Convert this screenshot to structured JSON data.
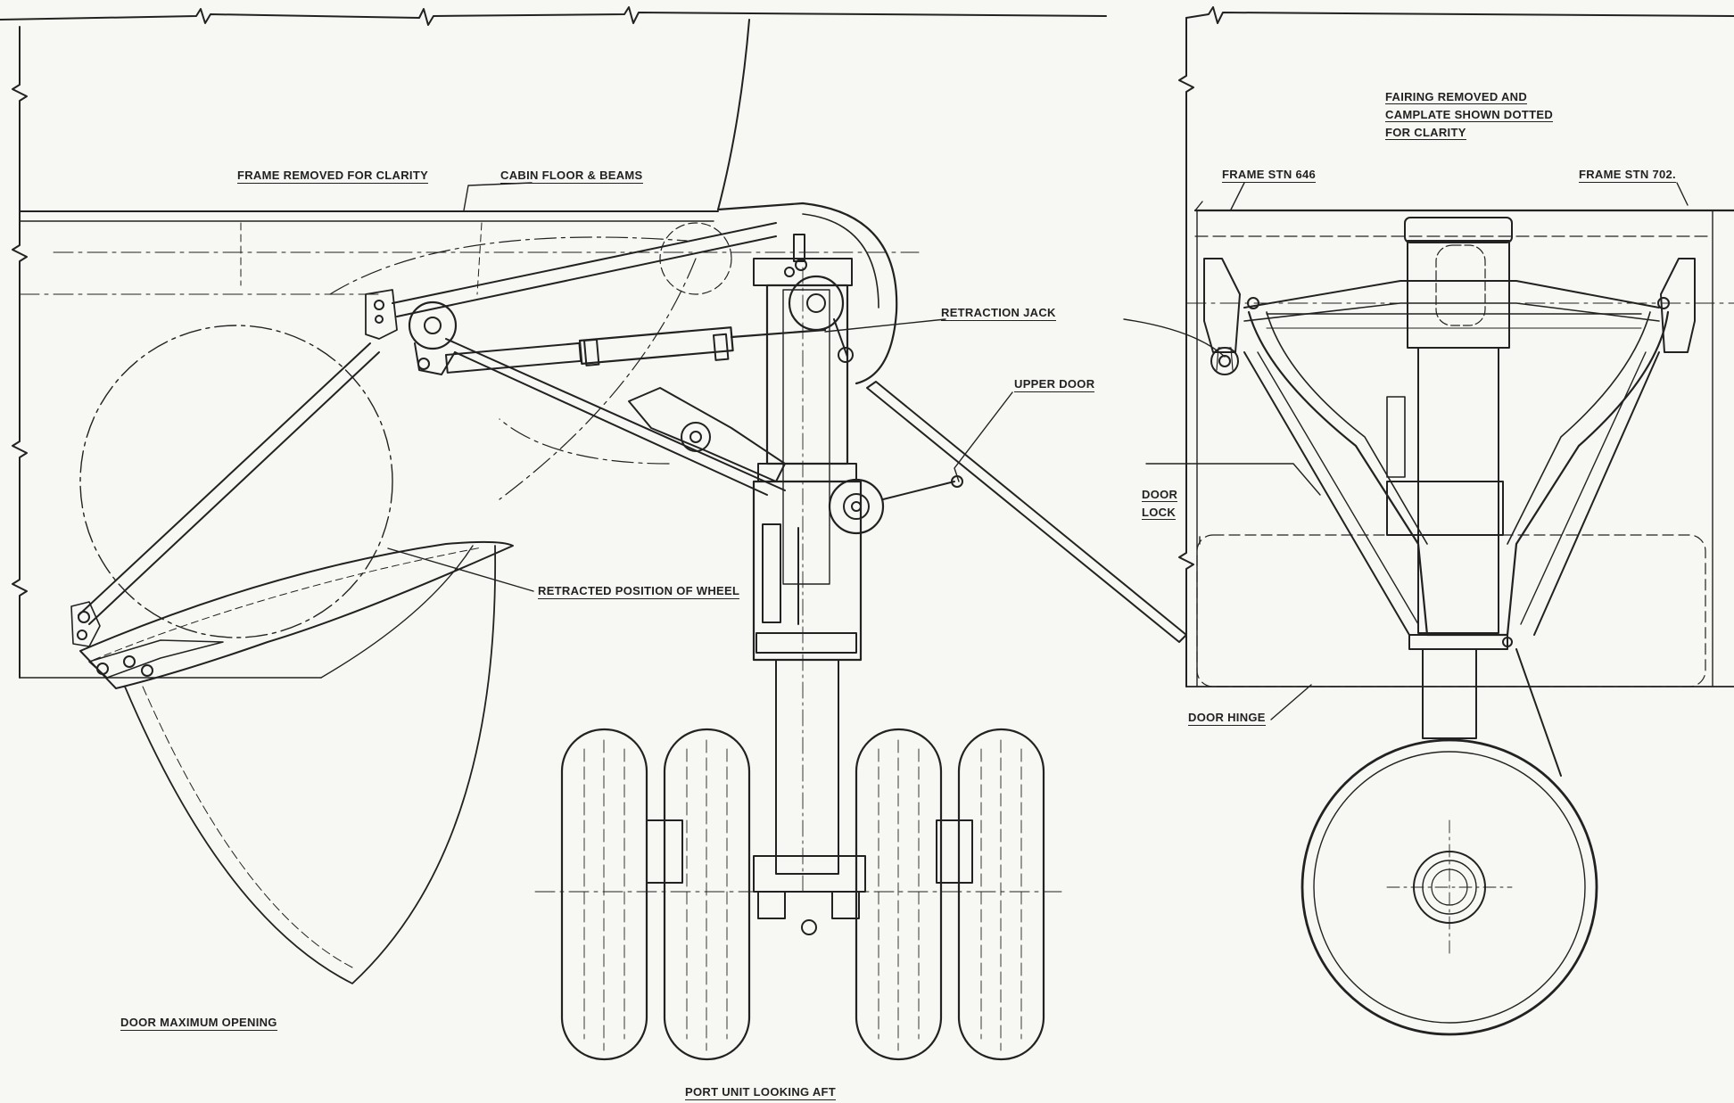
{
  "labels": {
    "frame_removed": "FRAME REMOVED FOR CLARITY",
    "cabin_floor": "CABIN FLOOR & BEAMS",
    "retraction_jack": "RETRACTION JACK",
    "upper_door": "UPPER DOOR",
    "retracted_position": "RETRACTED POSITION OF WHEEL",
    "door_max_opening": "DOOR MAXIMUM OPENING",
    "port_unit": "PORT UNIT LOOKING AFT",
    "fairing_removed": [
      "FAIRING REMOVED AND",
      "CAMPLATE SHOWN DOTTED",
      "FOR CLARITY"
    ],
    "frame_stn_646": "FRAME STN 646",
    "frame_stn_702": "FRAME STN 702.",
    "door_lock": [
      "DOOR",
      "LOCK"
    ],
    "door_hinge": "DOOR HINGE"
  },
  "colors": {
    "ink": "#222222",
    "paper": "#f7f7f3"
  }
}
